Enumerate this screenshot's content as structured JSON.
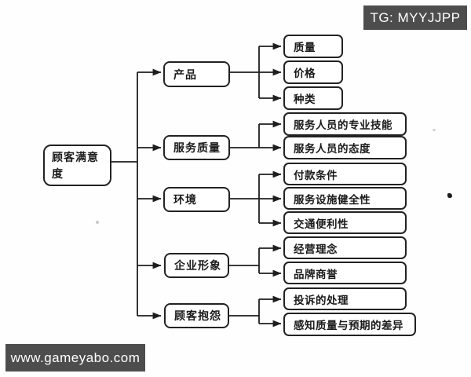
{
  "badges": {
    "tg": "TG: MYYJJPP",
    "watermark": "www.gameyabo.com"
  },
  "diagram": {
    "root": "顾客满意度",
    "branches": [
      {
        "label": "产品",
        "children": [
          "质量",
          "价格",
          "种类"
        ]
      },
      {
        "label": "服务质量",
        "children": [
          "服务人员的专业技能",
          "服务人员的态度"
        ]
      },
      {
        "label": "环境",
        "children": [
          "付款条件",
          "服务设施健全性",
          "交通便利性"
        ]
      },
      {
        "label": "企业形象",
        "children": [
          "经营理念",
          "品牌商誉"
        ]
      },
      {
        "label": "顾客抱怨",
        "children": [
          "投诉的处理",
          "感知质量与预期的差异"
        ]
      }
    ]
  },
  "colors": {
    "line": "#1e1e1e",
    "box_border": "#222222",
    "badge_bg": "#4d4d4d",
    "badge_text": "#ffffff"
  }
}
